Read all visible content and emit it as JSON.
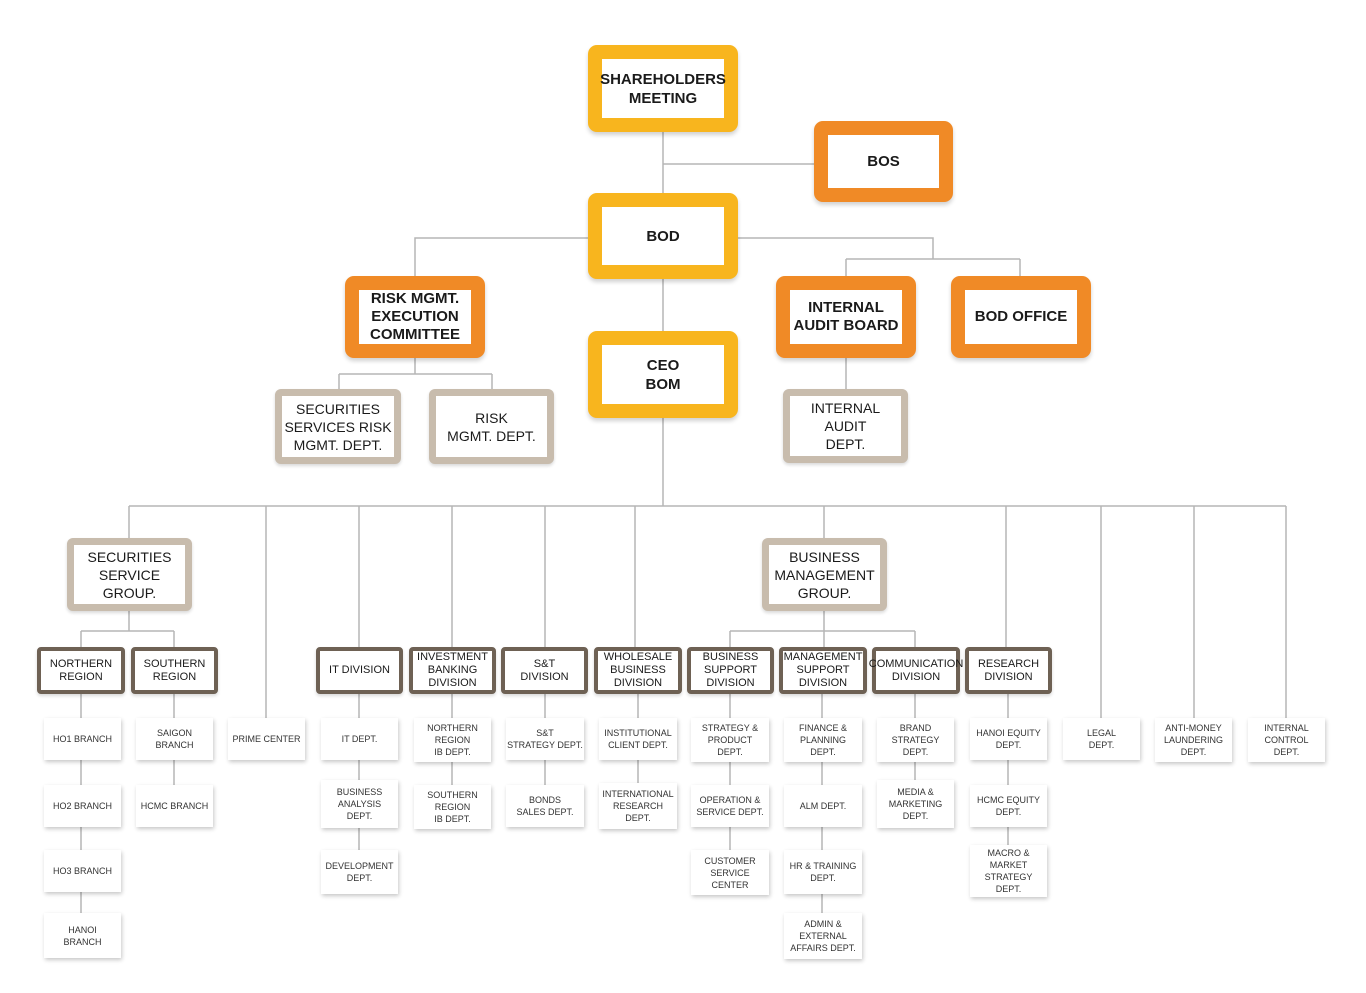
{
  "top": {
    "shareholders": "SHAREHOLDERS\nMEETING",
    "bos": "BOS",
    "bod": "BOD",
    "risk_committee": "RISK MGMT.\nEXECUTION\nCOMMITTEE",
    "ceo": "CEO\nBOM",
    "internal_audit_board": "INTERNAL\nAUDIT BOARD",
    "bod_office": "BOD OFFICE",
    "sec_services_risk": "SECURITIES\nSERVICES RISK\nMGMT. DEPT.",
    "risk_mgmt_dept": "RISK\nMGMT. DEPT.",
    "internal_audit_dept": "INTERNAL\nAUDIT\nDEPT."
  },
  "groups": {
    "securities_service": "SECURITIES\nSERVICE\nGROUP.",
    "business_management": "BUSINESS\nMANAGEMENT\nGROUP."
  },
  "divisions": {
    "northern_region": "NORTHERN\nREGION",
    "southern_region": "SOUTHERN\nREGION",
    "it": "IT DIVISION",
    "investment_banking": "INVESTMENT\nBANKING\nDIVISION",
    "st": "S&T\nDIVISION",
    "wholesale": "WHOLESALE\nBUSINESS\nDIVISION",
    "business_support": "BUSINESS\nSUPPORT\nDIVISION",
    "management_support": "MANAGEMENT\nSUPPORT\nDIVISION",
    "communication": "COMMUNICATION\nDIVISION",
    "research": "RESEARCH\nDIVISION"
  },
  "depts": {
    "ho1": "HO1 BRANCH",
    "ho2": "HO2 BRANCH",
    "ho3": "HO3 BRANCH",
    "hanoi_branch": "HANOI\nBRANCH",
    "saigon": "SAIGON\nBRANCH",
    "hcmc_branch": "HCMC BRANCH",
    "prime_center": "PRIME CENTER",
    "it_dept": "IT DEPT.",
    "business_analysis": "BUSINESS\nANALYSIS\nDEPT.",
    "development": "DEVELOPMENT\nDEPT.",
    "northern_ib": "NORTHERN\nREGION\nIB DEPT.",
    "southern_ib": "SOUTHERN\nREGION\nIB DEPT.",
    "st_strategy": "S&T\nSTRATEGY DEPT.",
    "bonds_sales": "BONDS\nSALES DEPT.",
    "institutional_client": "INSTITUTIONAL\nCLIENT DEPT.",
    "international_research": "INTERNATIONAL\nRESEARCH\nDEPT.",
    "strategy_product": "STRATEGY &\nPRODUCT\nDEPT.",
    "operation_service": "OPERATION &\nSERVICE DEPT.",
    "customer_service": "CUSTOMER\nSERVICE\nCENTER",
    "finance_planning": "FINANCE &\nPLANNING\nDEPT.",
    "alm": "ALM DEPT.",
    "hr_training": "HR & TRAINING\nDEPT.",
    "admin_external": "ADMIN &\nEXTERNAL\nAFFAIRS DEPT.",
    "brand_strategy": "BRAND\nSTRATEGY\nDEPT.",
    "media_marketing": "MEDIA &\nMARKETING\nDEPT.",
    "hanoi_equity": "HANOI EQUITY\nDEPT.",
    "hcmc_equity": "HCMC EQUITY\nDEPT.",
    "macro_market": "MACRO &\nMARKET\nSTRATEGY\nDEPT.",
    "legal": "LEGAL\nDEPT.",
    "anti_money": "ANTI-MONEY\nLAUNDERING\nDEPT.",
    "internal_control": "INTERNAL\nCONTROL\nDEPT."
  },
  "colors": {
    "yellow": "#f8b51e",
    "orange": "#f08a26",
    "beige": "#c8bcad",
    "dark": "#6e6154",
    "line": "#b5b5b5"
  }
}
